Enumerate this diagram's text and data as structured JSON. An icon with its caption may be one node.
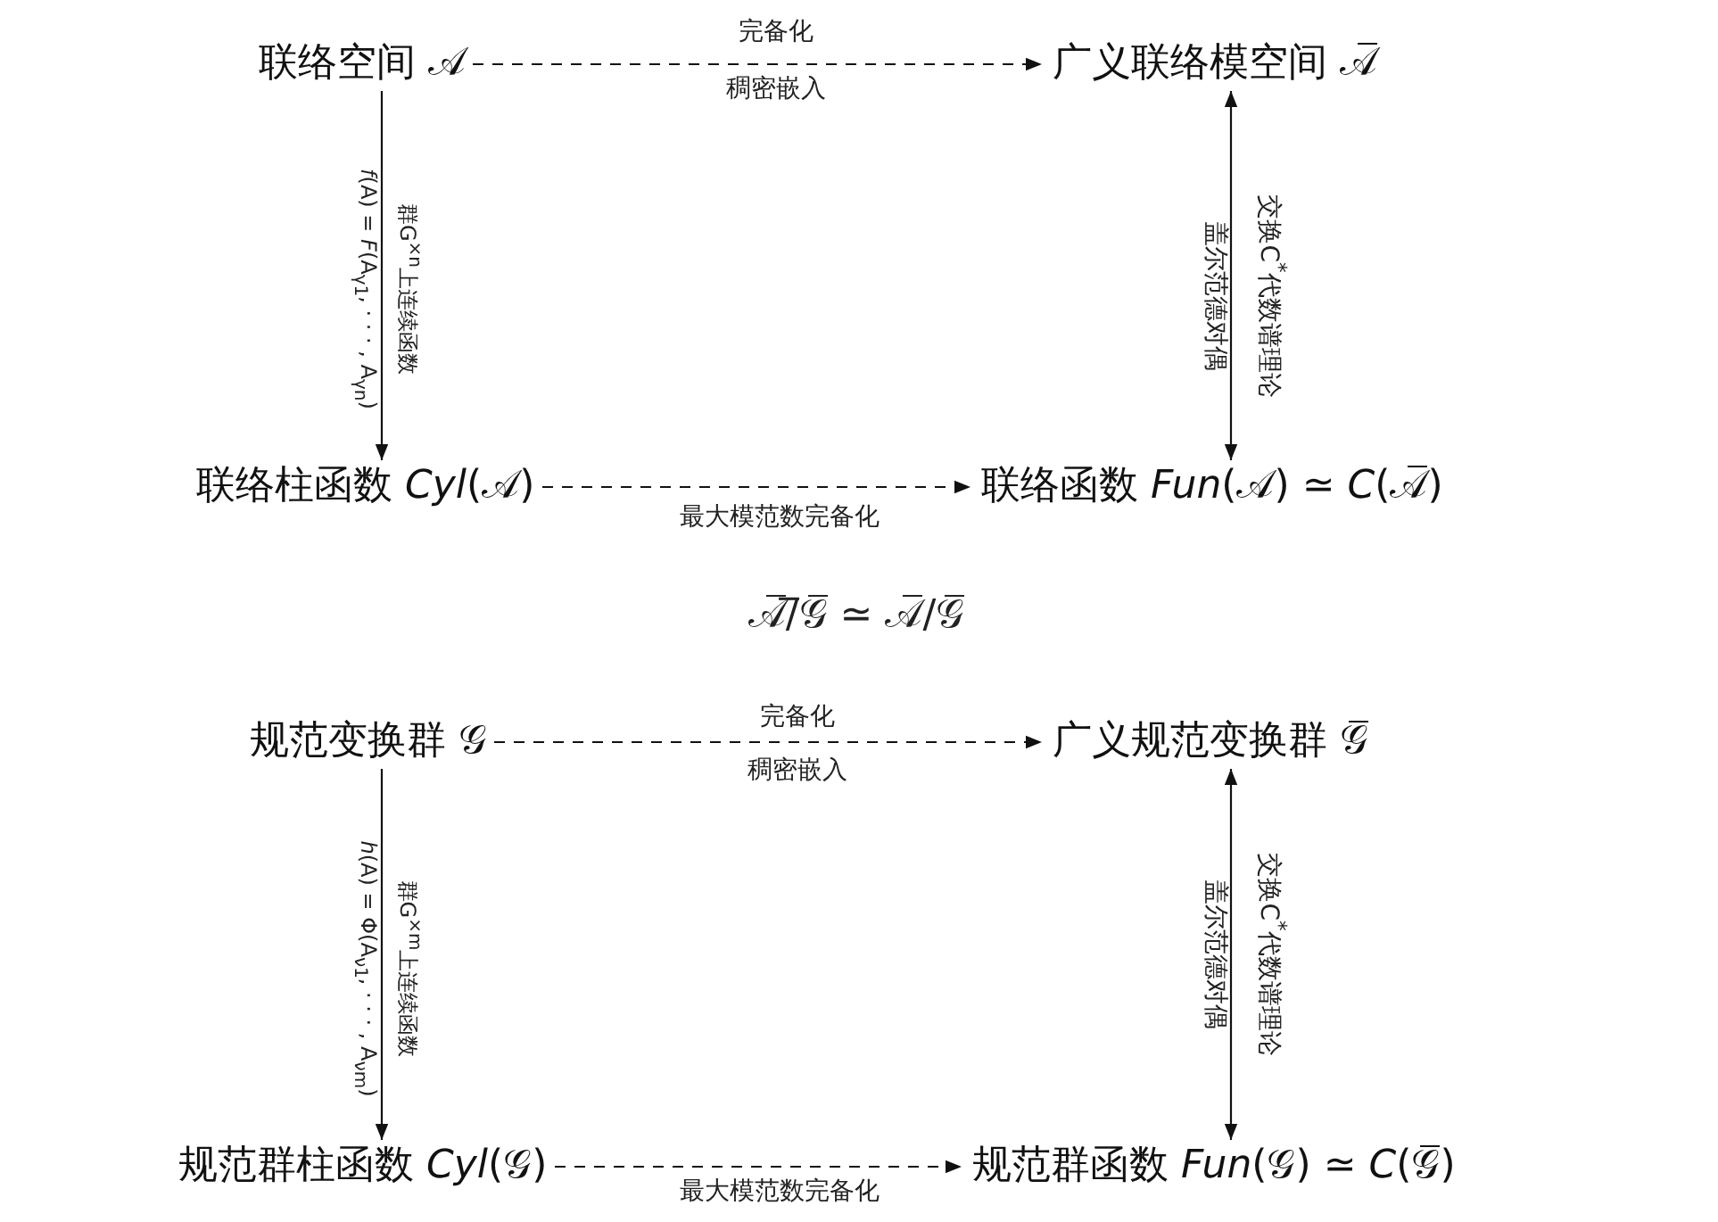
{
  "diagram": {
    "nodes": [
      {
        "text": [
          "联络空间 𝒜"
        ]
      },
      {
        "text": [
          "广义联络模空间 𝒜̅"
        ]
      },
      {
        "text": [
          "联络柱函数 *Cyl*(𝒜)"
        ]
      },
      {
        "text": [
          "联络函数 *Fun*(𝒜) ≃ *C*(𝒜̅)"
        ]
      },
      {
        "text": [
          "规范变换群 𝒢"
        ]
      },
      {
        "text": [
          "广义规范变换群 𝒢̅"
        ]
      },
      {
        "text": [
          "规范群柱函数 *Cyl*(𝒢)"
        ]
      },
      {
        "text": [
          "规范群函数 *Fun*(𝒢) ≃ *C*(𝒢̅)"
        ]
      }
    ],
    "edges": [
      {
        "from": 0,
        "to": 1,
        "arrow": "to",
        "style": "dashed",
        "label": "完备化"
      },
      {
        "from": 0,
        "to": 2,
        "arrow": "to",
        "label": "群G$^{×n}$上连续函数"
      },
      {
        "from": 1,
        "to": 3,
        "arrow": "both",
        "label": "交换C$^{*}$代数谱理论"
      },
      {
        "from": 2,
        "to": 3,
        "arrow": "to",
        "style": "dashed",
        "label": "最大模范数完备化"
      },
      {
        "from": 4,
        "to": 5,
        "arrow": "to",
        "style": "dashed",
        "label": "完备化"
      },
      {
        "from": 4,
        "to": 6,
        "arrow": "to",
        "label": "群G$^{×m}$上连续函数"
      },
      {
        "from": 5,
        "to": 7,
        "arrow": "both",
        "label": "交换C$^{*}$代数谱理论"
      },
      {
        "from": 6,
        "to": 7,
        "arrow": "to",
        "style": "dashed",
        "label": "最大模范数完备化"
      }
    ],
    "labels": [
      "稠密嵌入",
      "*f*(A) = *F*(A$_{γ1}$, · · · , A$_{γn}$)",
      "盖尔范德对偶",
      "𝒜̅/̅𝒢̅ ≃ 𝒜̅/𝒢̅",
      "稠密嵌入",
      "*h*(A) = Φ(A$_{ν1}$, · · · , A$_{νm}$)",
      "盖尔范德对偶"
    ]
  }
}
